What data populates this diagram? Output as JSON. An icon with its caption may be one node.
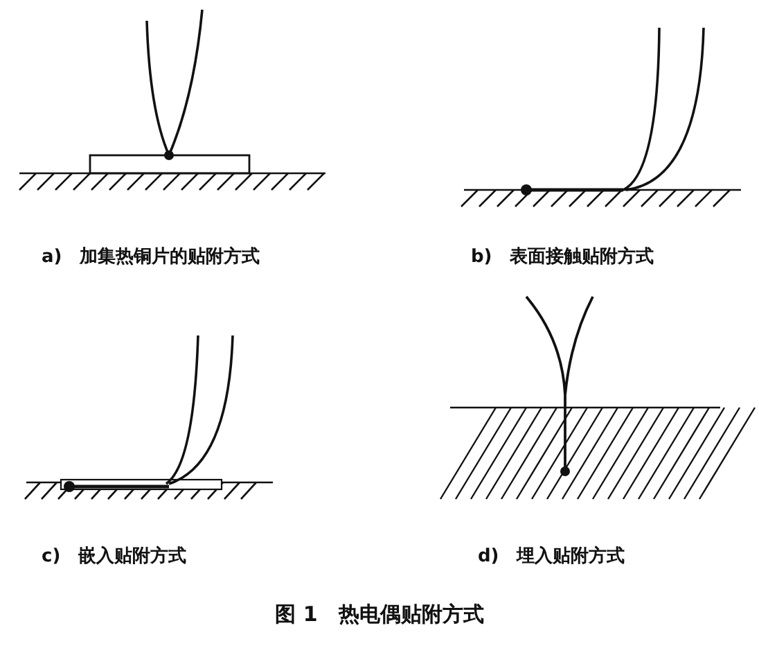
{
  "diagram": {
    "caption": "图 1　热电偶贴附方式",
    "labels": [
      "a)　加集热铜片的贴附方式",
      "b)　表面接触贴附方式",
      "c)　嵌入贴附方式",
      "d)　埋入贴附方式"
    ]
  }
}
